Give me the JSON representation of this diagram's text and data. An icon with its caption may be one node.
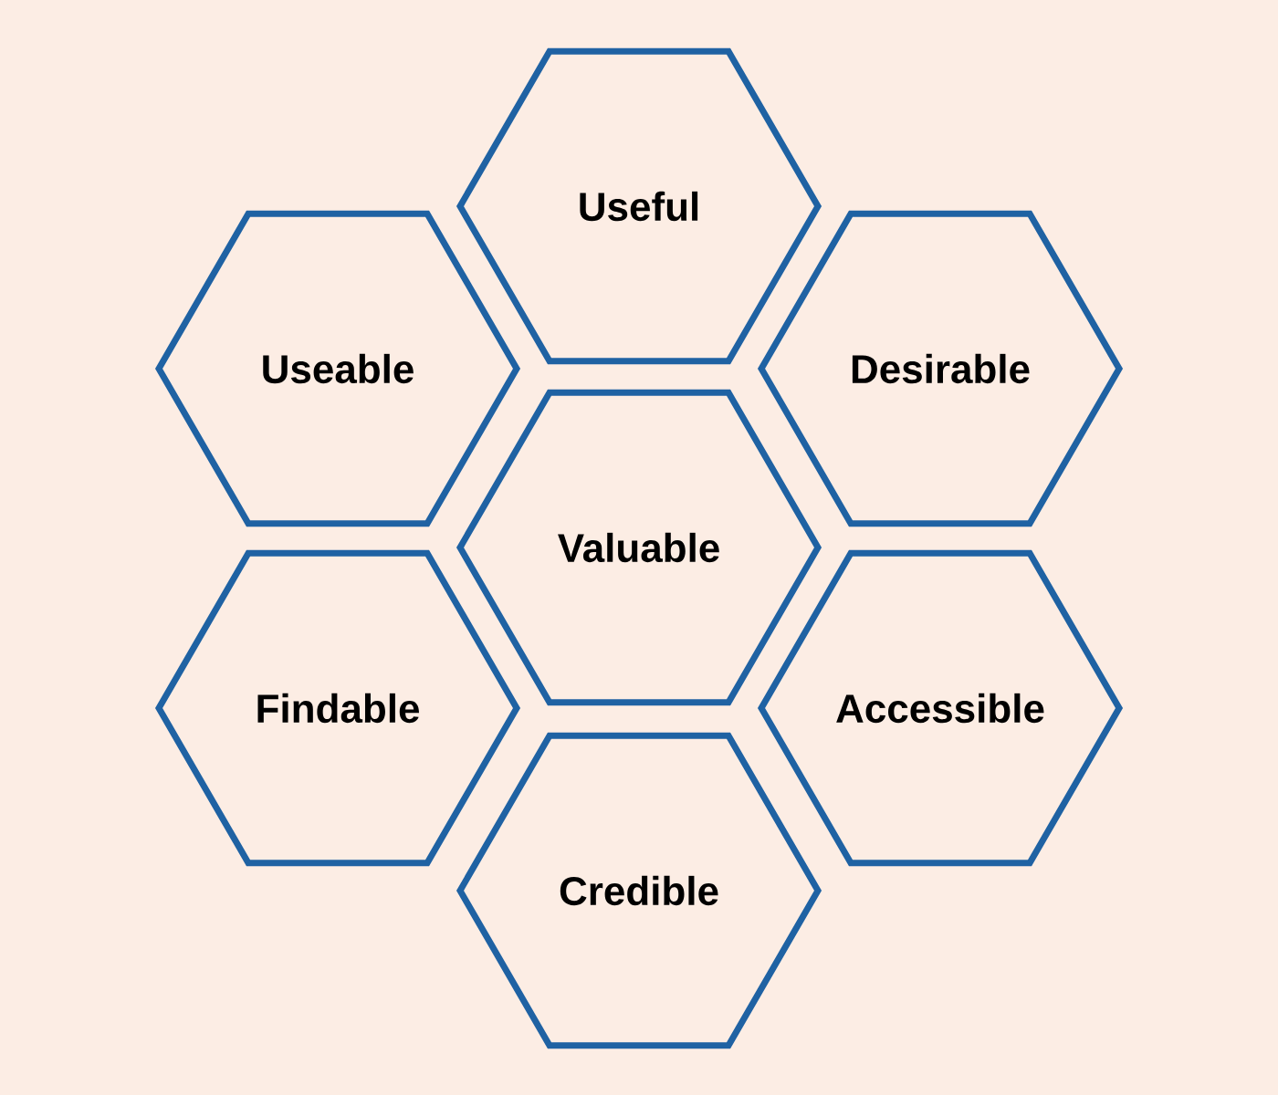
{
  "diagram": {
    "nodes": [
      {
        "text": [
          "Useful"
        ]
      },
      {
        "text": [
          "Useable"
        ]
      },
      {
        "text": [
          "Desirable"
        ]
      },
      {
        "text": [
          "Valuable"
        ]
      },
      {
        "text": [
          "Findable"
        ]
      },
      {
        "text": [
          "Accessible"
        ]
      },
      {
        "text": [
          "Credible"
        ]
      }
    ]
  }
}
